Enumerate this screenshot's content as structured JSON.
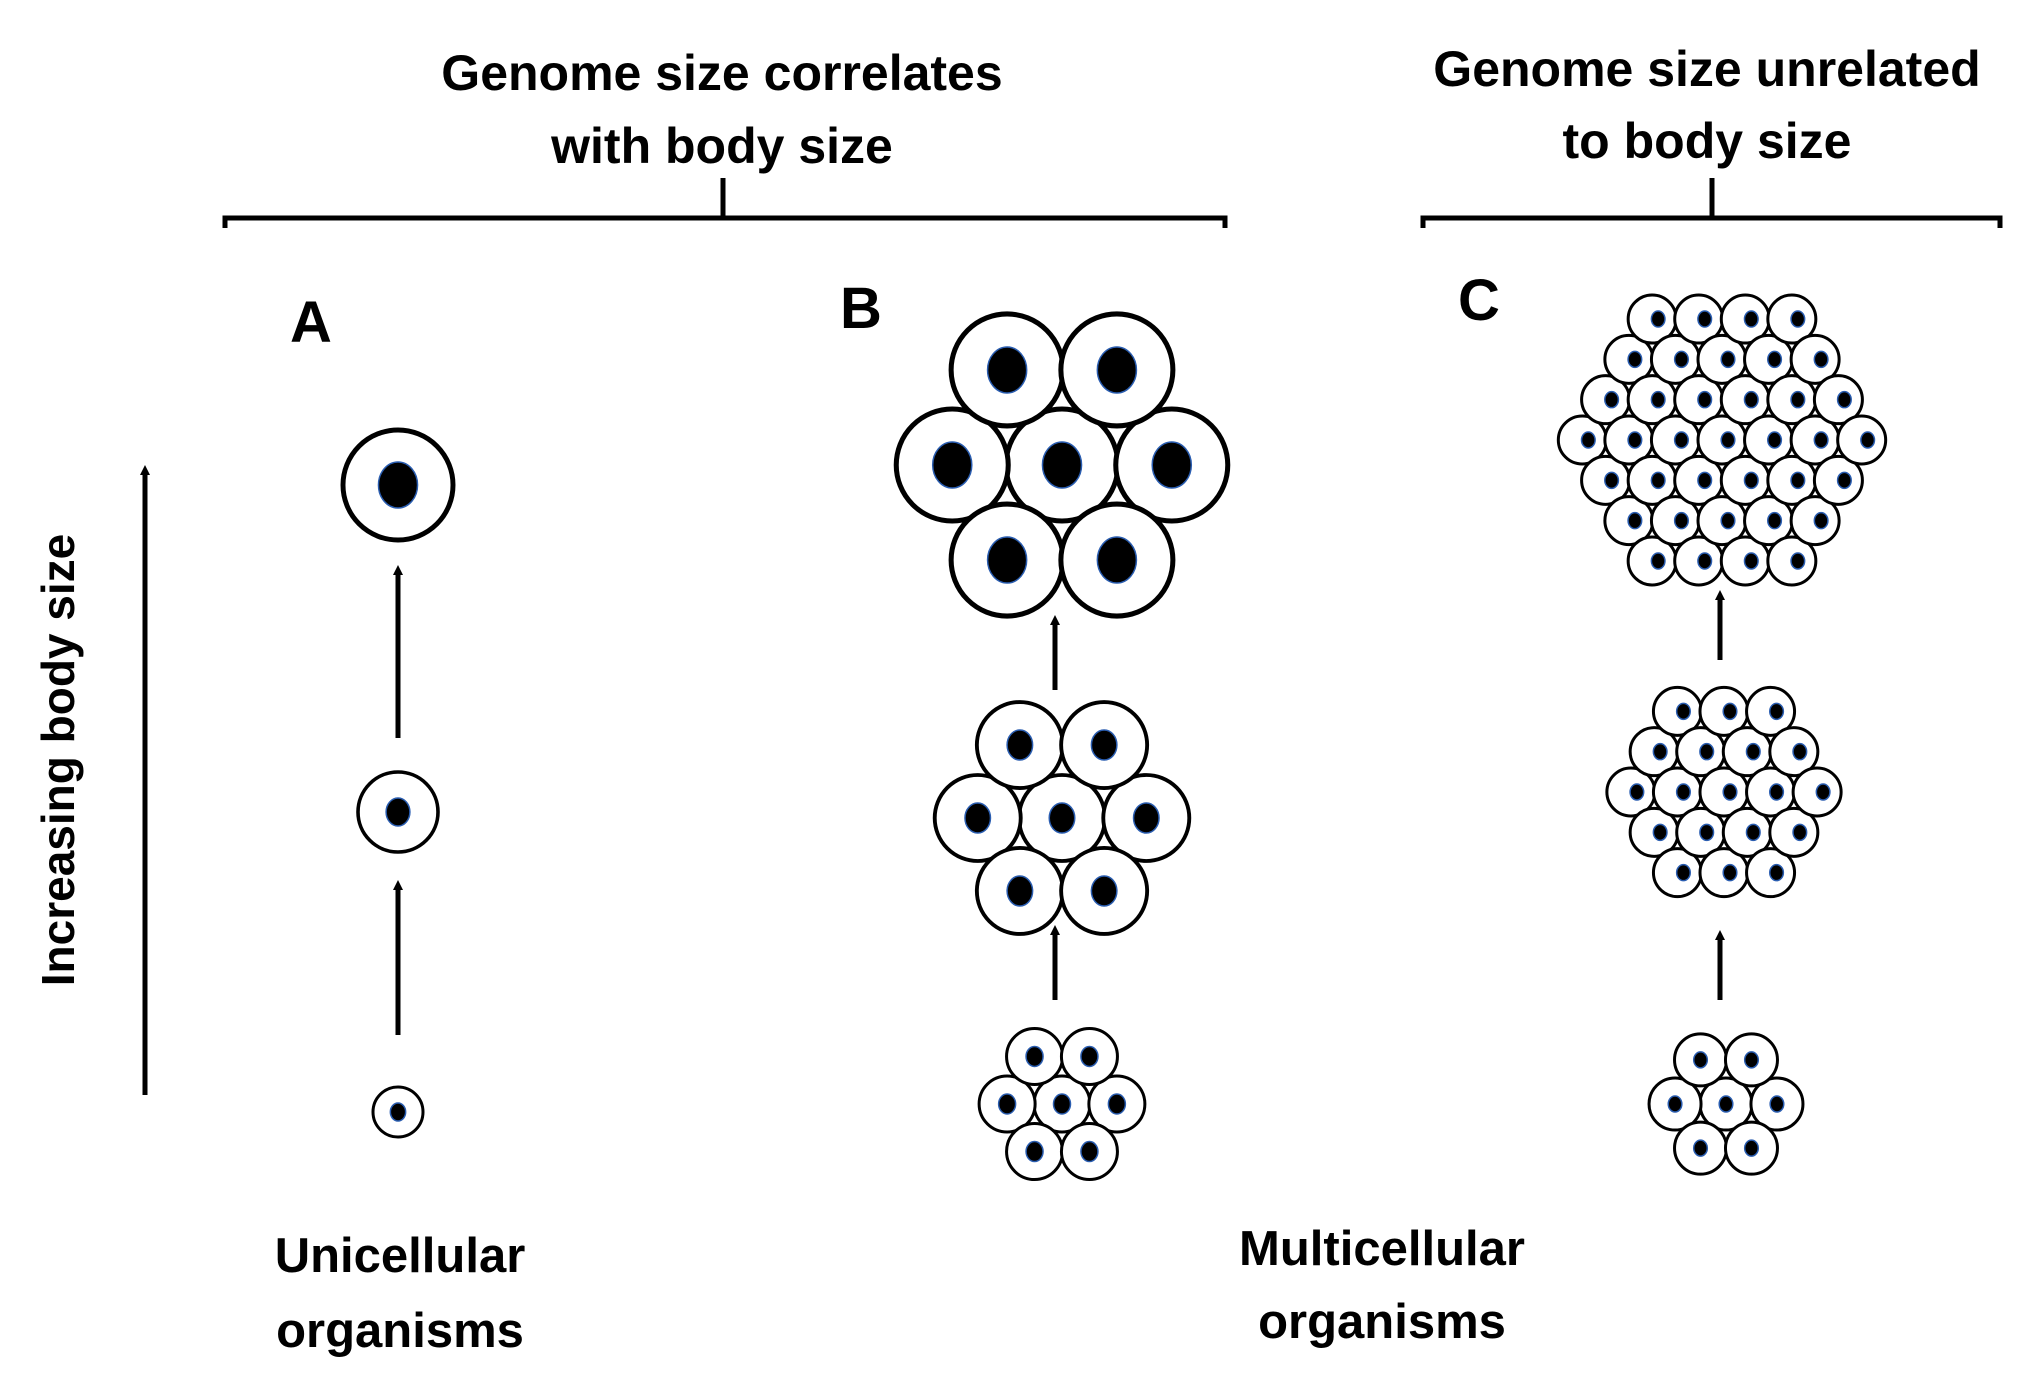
{
  "headers": {
    "correlates_line1": "Genome size correlates",
    "correlates_line2": "with body size",
    "unrelated_line1": "Genome size unrelated",
    "unrelated_line2": "to body size"
  },
  "panels": {
    "a_label": "A",
    "b_label": "B",
    "c_label": "C"
  },
  "axis": {
    "label": "Increasing body size"
  },
  "footer": {
    "unicellular_line1": "Unicellular",
    "unicellular_line2": "organisms",
    "multicellular_line1": "Multicellular",
    "multicellular_line2": "organisms"
  },
  "colors": {
    "line": "#000000",
    "cell_fill": "#ffffff",
    "nucleus": "#000000",
    "nucleus_edge": "#2a5db0"
  }
}
